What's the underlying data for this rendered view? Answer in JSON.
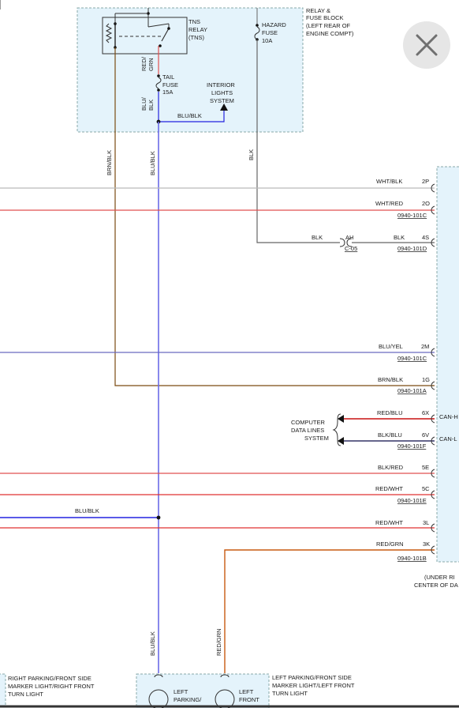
{
  "relay_block": {
    "title": [
      "RELAY &",
      "FUSE BLOCK",
      "(LEFT REAR OF",
      "ENGINE COMPT)"
    ],
    "tns_relay": [
      "TNS",
      "RELAY",
      "(TNS)"
    ],
    "hazard_fuse": [
      "HAZARD",
      "FUSE",
      "10A"
    ],
    "tail_fuse": [
      "TAIL",
      "FUSE",
      "15A"
    ],
    "interior_lights": [
      "INTERIOR",
      "LIGHTS",
      "SYSTEM"
    ]
  },
  "wires": {
    "red_grn_vertical": [
      "RED/",
      "GRN"
    ],
    "blu_blk_vertical": [
      "BLU/",
      "BLK"
    ],
    "blu_blk_to_interior": "BLU/BLK",
    "brn_blk_long": "BRN/BLK",
    "blu_blk_long": "BLU/BLK",
    "blk_long": "BLK",
    "blk_c05_left": "BLK",
    "c05_pin": "AH",
    "c05_connector": "C-05",
    "blu_blk_horizontal": "BLU/BLK",
    "blu_blk_bottom": "BLU/BLK",
    "red_grn_bottom": "RED/GRN"
  },
  "module_pins": [
    {
      "wire": "WHT/BLK",
      "pin": "2P"
    },
    {
      "wire": "WHT/RED",
      "pin": "2O"
    },
    {
      "wire": "BLK",
      "pin": "4S"
    },
    {
      "wire": "BLU/YEL",
      "pin": "2M"
    },
    {
      "wire": "BRN/BLK",
      "pin": "1G"
    },
    {
      "wire": "RED/BLU",
      "pin": "6X"
    },
    {
      "wire": "BLK/BLU",
      "pin": "6V"
    },
    {
      "wire": "BLK/RED",
      "pin": "5E"
    },
    {
      "wire": "RED/WHT",
      "pin": "5C"
    },
    {
      "wire": "RED/WHT",
      "pin": "3L"
    },
    {
      "wire": "RED/GRN",
      "pin": "3K"
    }
  ],
  "module_connectors": [
    "0940-101C",
    "0940-101D",
    "0940-101C",
    "0940-101A",
    "0940-101F",
    "0940-101E",
    "0940-101B"
  ],
  "can_labels": [
    "CAN-H",
    "CAN-L"
  ],
  "computer_data_lines": [
    "COMPUTER",
    "DATA LINES",
    "SYSTEM"
  ],
  "module_location": [
    "(UNDER RI",
    "CENTER OF DA"
  ],
  "lamps": {
    "right_lamp": [
      "RIGHT PARKING/FRONT SIDE",
      "MARKER LIGHT/RIGHT FRONT",
      "TURN LIGHT"
    ],
    "left_lamp": [
      "LEFT PARKING/FRONT SIDE",
      "MARKER LIGHT/LEFT FRONT",
      "TURN LIGHT"
    ],
    "parking_inner": [
      "LEFT",
      "PARKING/"
    ],
    "front_inner": [
      "LEFT",
      "FRONT"
    ]
  },
  "close_button": {
    "icon": "close-icon"
  },
  "colors": {
    "blue": "#2323e0",
    "brown": "#7a4a10",
    "red": "#e03030",
    "gray": "#666666",
    "purple": "#6a6ac0",
    "orange": "#c85a10",
    "block_fill": "#e4f3fb"
  }
}
